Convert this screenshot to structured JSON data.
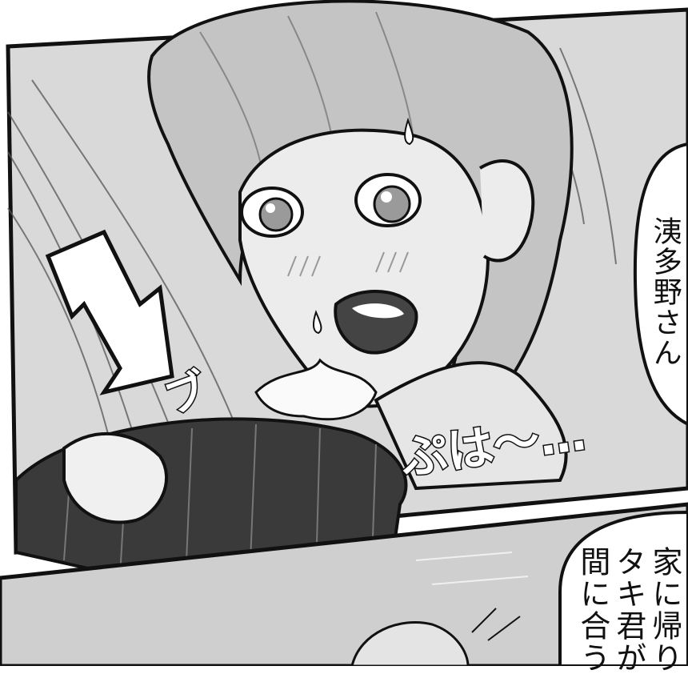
{
  "panel_top": {
    "sfx_pa": "ぷは〜…",
    "sfx_bu": "ブ",
    "bubble_text": "洟多野さん"
  },
  "panel_bottom": {
    "bubble_lines": [
      "家に帰り",
      "タキ君が",
      "間に合う"
    ]
  }
}
